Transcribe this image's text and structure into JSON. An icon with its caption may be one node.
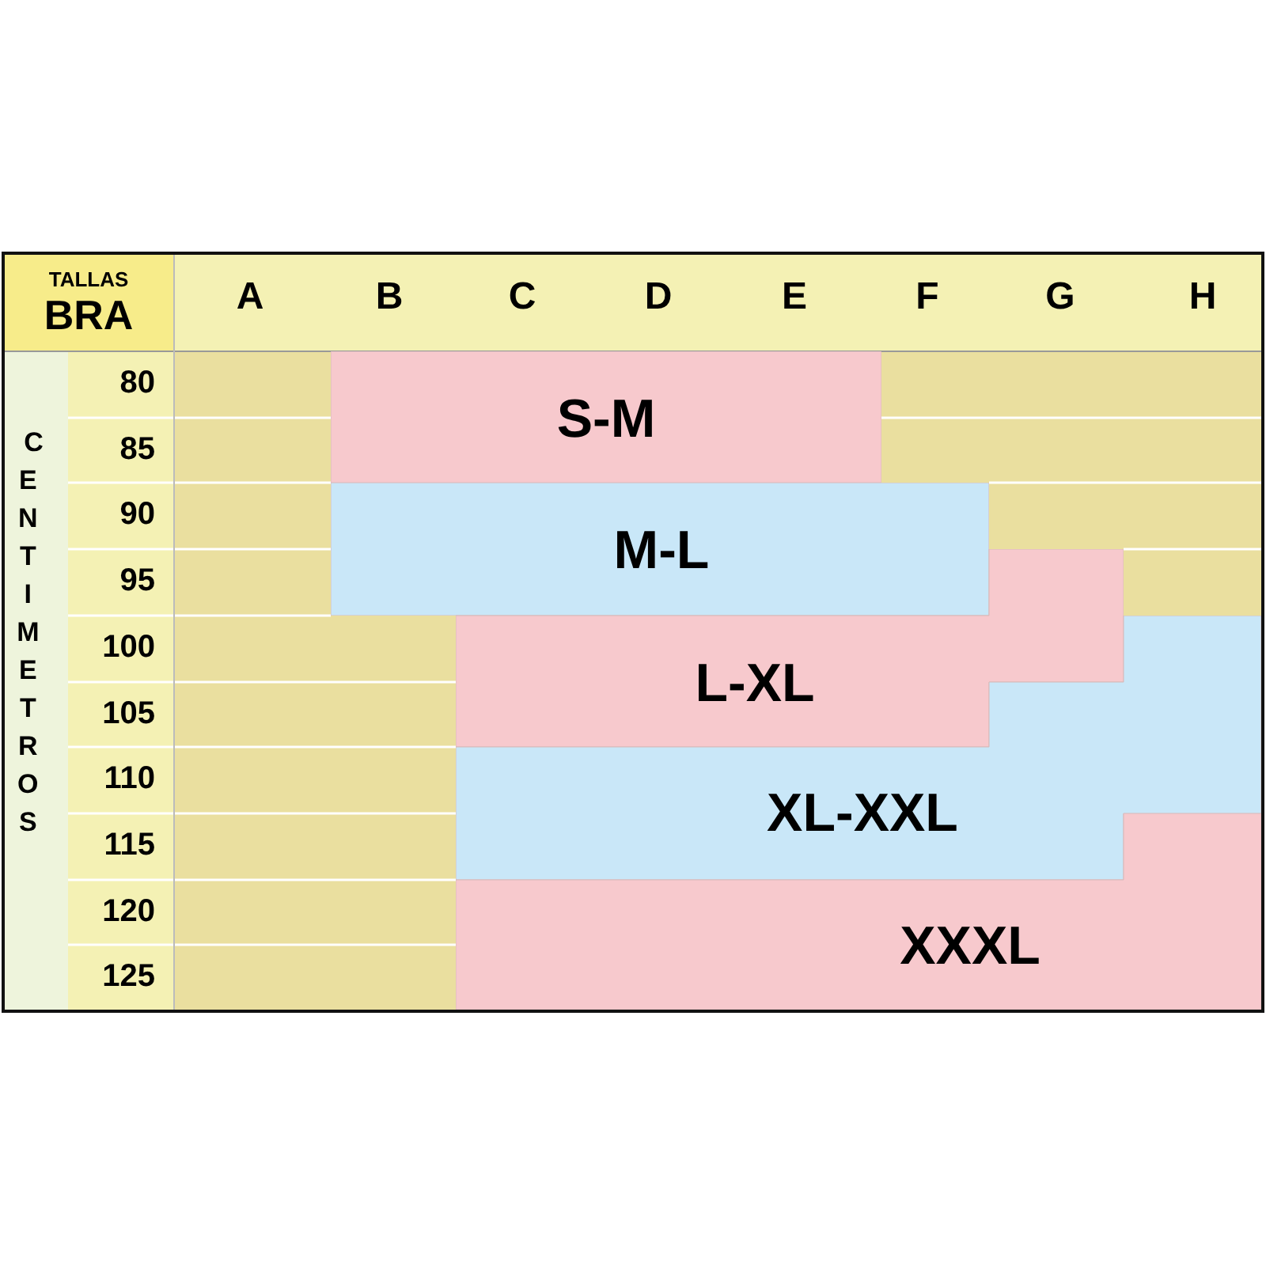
{
  "diagram": {
    "nodes": [
      {
        "text": [
          "S-M"
        ]
      },
      {
        "text": [
          "M-L"
        ]
      },
      {
        "text": [
          "L-XL"
        ]
      },
      {
        "text": [
          "XL-XXL"
        ]
      },
      {
        "text": [
          "XXXL"
        ]
      }
    ],
    "labels": [
      "TALLAS",
      "BRA",
      "A",
      "B",
      "C",
      "D",
      "E",
      "F",
      "G",
      "H",
      "CENTIMETROS",
      "80",
      "85",
      "90",
      "95",
      "100",
      "105",
      "110",
      "115",
      "120",
      "125"
    ]
  }
}
